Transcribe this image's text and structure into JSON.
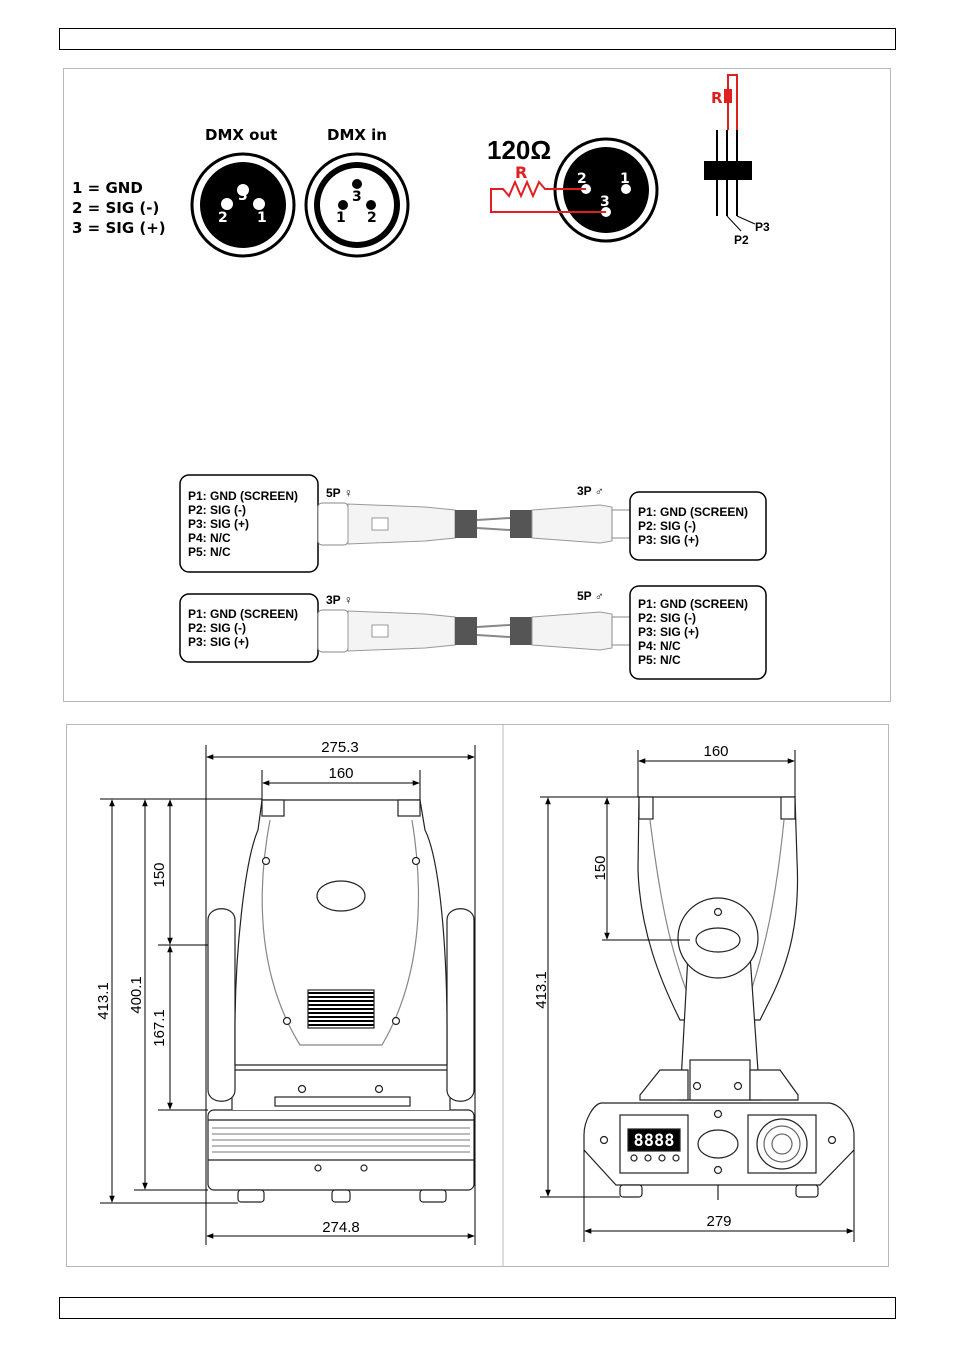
{
  "pinout": {
    "lines": [
      "1 = GND",
      "2 = SIG (-)",
      "3 = SIG (+)"
    ],
    "dmx_out_label": "DMX out",
    "dmx_in_label": "DMX in",
    "out_pins": [
      "3",
      "2",
      "1"
    ],
    "in_pins": [
      "3",
      "1",
      "2"
    ]
  },
  "terminator": {
    "ohm_label": "120Ω",
    "resistor_label": "R",
    "pins": [
      "2",
      "1",
      "3"
    ]
  },
  "header_pins": {
    "resistor_label": "R",
    "p2_label": "P2",
    "p3_label": "P3"
  },
  "cable1": {
    "left_plug": "5P ♀",
    "right_plug": "3P ♂",
    "left_box": [
      "P1: GND (SCREEN)",
      "P2: SIG (-)",
      "P3: SIG (+)",
      "P4: N/C",
      "P5: N/C"
    ],
    "right_box": [
      "P1: GND (SCREEN)",
      "P2: SIG (-)",
      "P3: SIG (+)"
    ]
  },
  "cable2": {
    "left_plug": "3P ♀",
    "right_plug": "5P ♂",
    "left_box": [
      "P1: GND (SCREEN)",
      "P2: SIG (-)",
      "P3: SIG (+)"
    ],
    "right_box": [
      "P1: GND (SCREEN)",
      "P2: SIG (-)",
      "P3: SIG (+)",
      "P4: N/C",
      "P5: N/C"
    ]
  },
  "front_dims": {
    "top_width": "275.3",
    "inner_width": "160",
    "height_total": "413.1",
    "height_body": "400.1",
    "height_upper": "150",
    "height_lower": "167.1",
    "base_width": "274.8"
  },
  "side_dims": {
    "top_width": "160",
    "height_upper": "150",
    "height_total": "413.1",
    "base_width": "279"
  },
  "display_readout": "8888"
}
